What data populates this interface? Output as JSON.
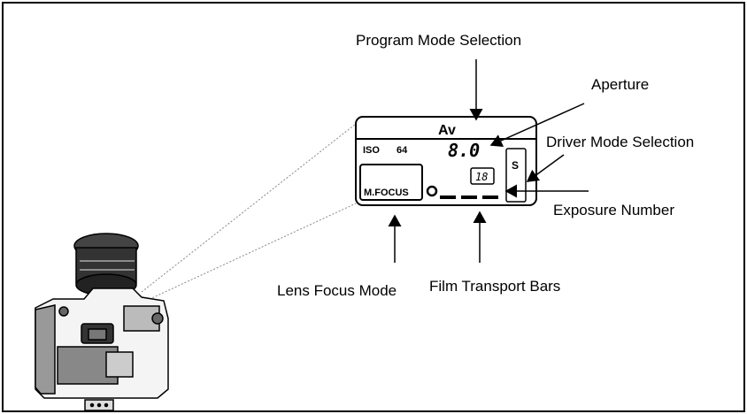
{
  "labels": {
    "program_mode": "Program Mode Selection",
    "aperture": "Aperture",
    "driver_mode": "Driver Mode Selection",
    "exposure_number": "Exposure Number",
    "lens_focus_mode": "Lens Focus Mode",
    "film_transport": "Film Transport Bars"
  },
  "lcd": {
    "mode": "Av",
    "iso_label": "ISO",
    "iso_value": "64",
    "aperture_value": "8.0",
    "exposure_value": "18",
    "drive_mode": "S",
    "focus_mode": "M.FOCUS"
  }
}
